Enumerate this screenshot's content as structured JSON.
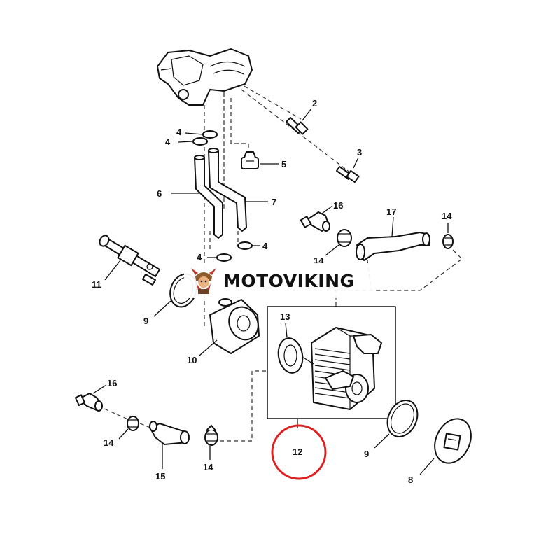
{
  "diagram": {
    "callouts": {
      "c2": "2",
      "c3": "3",
      "c4a": "4",
      "c4b": "4",
      "c4c": "4",
      "c4d": "4",
      "c5": "5",
      "c6": "6",
      "c7": "7",
      "c8": "8",
      "c9a": "9",
      "c9b": "9",
      "c10": "10",
      "c11": "11",
      "c12": "12",
      "c13": "13",
      "c14a": "14",
      "c14b": "14",
      "c14c": "14",
      "c14d": "14",
      "c15": "15",
      "c16a": "16",
      "c16b": "16",
      "c17": "17"
    },
    "highlight_color": "#e02020"
  },
  "watermark": {
    "brand": "MOTOVIKING",
    "logo_icon": "viking-mascot-icon"
  }
}
